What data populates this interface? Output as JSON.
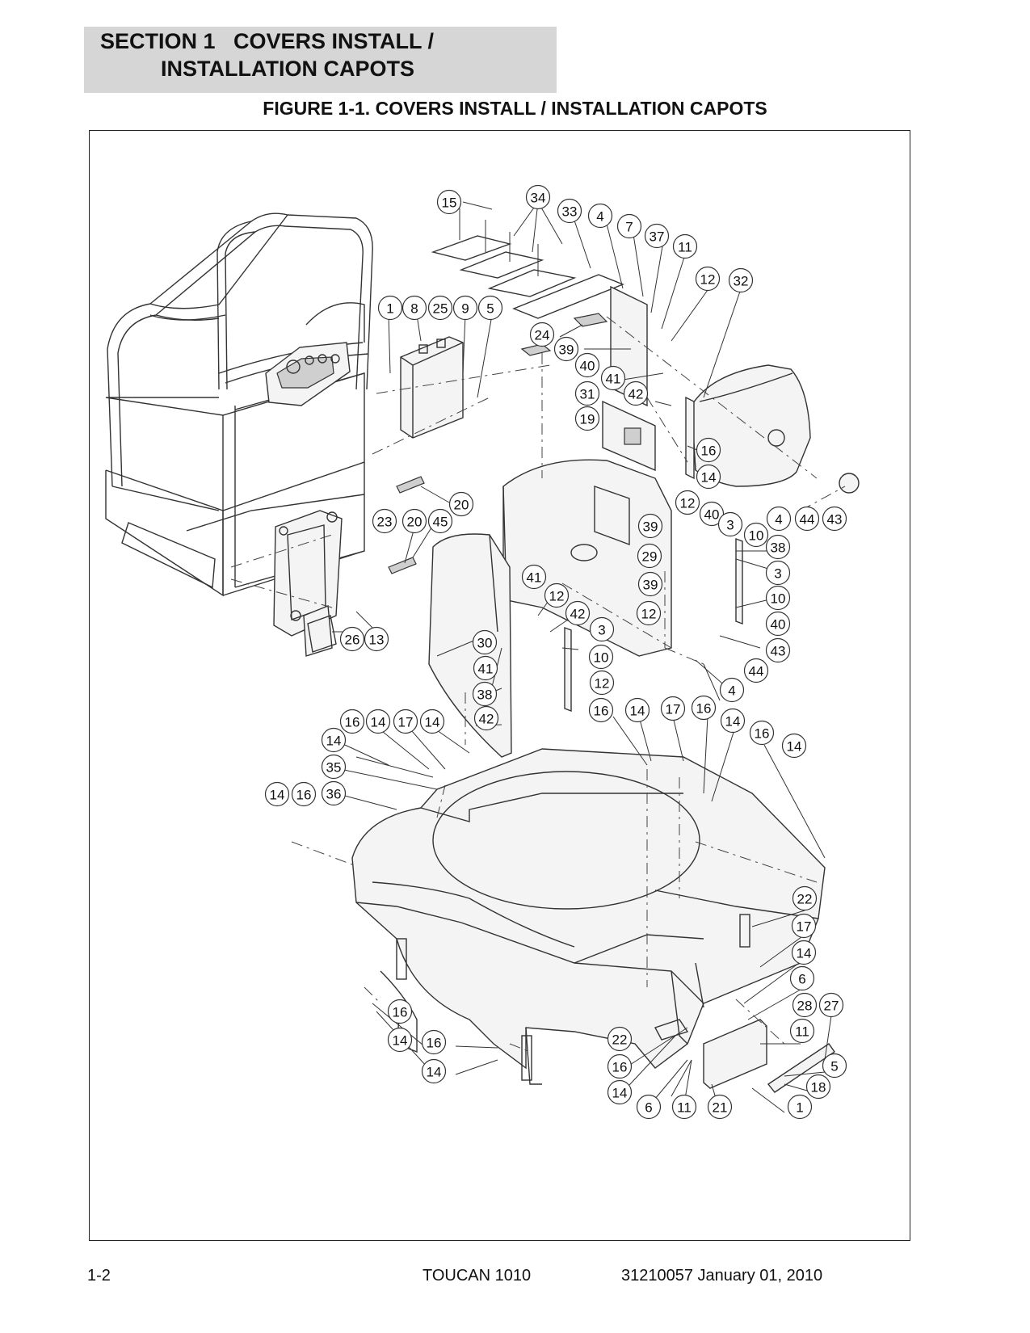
{
  "header": {
    "section_line1": "SECTION 1   COVERS INSTALL /",
    "section_line2": "INSTALLATION CAPOTS"
  },
  "figure": {
    "title": "FIGURE 1-1. COVERS INSTALL / INSTALLATION CAPOTS"
  },
  "callouts": [
    "15",
    "34",
    "33",
    "4",
    "7",
    "37",
    "11",
    "12",
    "32",
    "1",
    "8",
    "25",
    "9",
    "5",
    "24",
    "39",
    "40",
    "41",
    "31",
    "42",
    "19",
    "16",
    "14",
    "20",
    "23",
    "20",
    "45",
    "12",
    "40",
    "3",
    "10",
    "38",
    "39",
    "29",
    "3",
    "39",
    "10",
    "12",
    "40",
    "4",
    "44",
    "43",
    "41",
    "12",
    "42",
    "3",
    "10",
    "30",
    "41",
    "12",
    "38",
    "42",
    "43",
    "44",
    "4",
    "26",
    "13",
    "16",
    "14",
    "17",
    "14",
    "14",
    "35",
    "36",
    "14",
    "16",
    "16",
    "14",
    "17",
    "16",
    "14",
    "16",
    "14",
    "22",
    "17",
    "14",
    "6",
    "28",
    "27",
    "11",
    "5",
    "18",
    "1",
    "16",
    "14",
    "16",
    "14",
    "22",
    "16",
    "14",
    "6",
    "11",
    "21"
  ],
  "footer": {
    "page": "1-2",
    "model": "TOUCAN 1010",
    "doc": "31210057 January 01, 2010"
  }
}
